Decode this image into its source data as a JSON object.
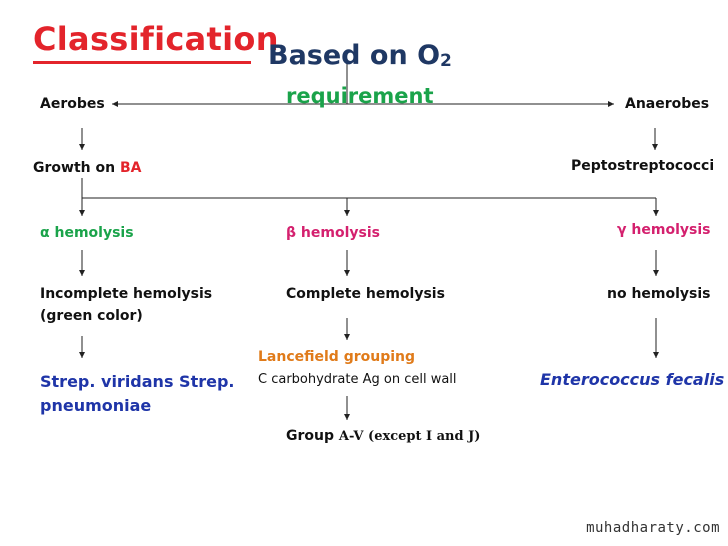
{
  "title": "Classification",
  "header": {
    "based_on": "Based on O",
    "subscript": "2",
    "requirement": "requirement"
  },
  "left_branch": {
    "aerobes": "Aerobes",
    "growth_prefix": "Growth on ",
    "growth_medium": "BA"
  },
  "right_branch": {
    "anaerobes": "Anaerobes",
    "peptostreptococci": "Peptostreptococci"
  },
  "hemolysis": {
    "alpha": {
      "label": "α hemolysis",
      "desc_line1": "Incomplete hemolysis",
      "desc_line2": "(green color)",
      "example_line1": "Strep. viridans Strep.",
      "example_line2": "pneumoniae"
    },
    "beta": {
      "label": "β hemolysis",
      "desc": "Complete hemolysis",
      "grouping": "Lancefield grouping",
      "grouping_desc": "C carbohydrate Ag on cell wall",
      "group_prefix": "Group ",
      "group_range": "A-V (except I and J)"
    },
    "gamma": {
      "label": "γ hemolysis",
      "desc": "no hemolysis",
      "example": "Enterococcus fecalis"
    }
  },
  "watermark": "muhadharaty.com",
  "colors": {
    "title": "#e3242b",
    "header": "#1f3864",
    "requirement": "#1aa34a",
    "alpha": "#1aa34a",
    "beta": "#d4206e",
    "gamma": "#d4206e",
    "grouping": "#e07b1a",
    "examples": "#1f35a8"
  }
}
